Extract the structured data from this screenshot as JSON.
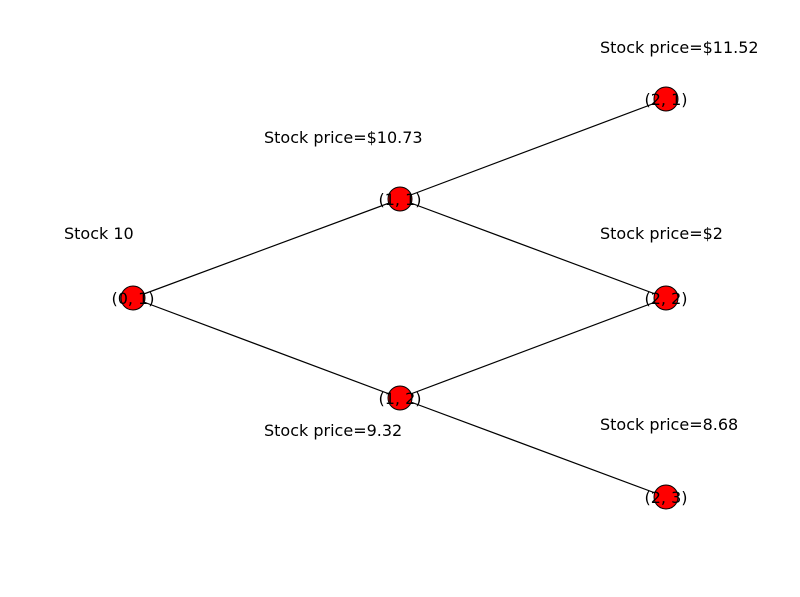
{
  "colors": {
    "node_fill": "#ff0000",
    "node_stroke": "#000000",
    "edge": "#000000",
    "background": "#ffffff"
  },
  "nodes": [
    {
      "id": "0_1",
      "label": "(0, 1)"
    },
    {
      "id": "1_1",
      "label": "(1, 1)"
    },
    {
      "id": "1_2",
      "label": "(1, 2)"
    },
    {
      "id": "2_1",
      "label": "(2, 1)"
    },
    {
      "id": "2_2",
      "label": "(2, 2)"
    },
    {
      "id": "2_3",
      "label": "(2, 3)"
    }
  ],
  "edges": [
    [
      "0_1",
      "1_1"
    ],
    [
      "0_1",
      "1_2"
    ],
    [
      "1_1",
      "2_1"
    ],
    [
      "1_1",
      "2_2"
    ],
    [
      "1_2",
      "2_2"
    ],
    [
      "1_2",
      "2_3"
    ]
  ],
  "price_labels": [
    {
      "node": "0_1",
      "text": "Stock 10"
    },
    {
      "node": "1_1",
      "text": "Stock price=$10.73"
    },
    {
      "node": "1_2",
      "text": "Stock price=9.32"
    },
    {
      "node": "2_1",
      "text": "Stock price=$11.52"
    },
    {
      "node": "2_2",
      "text": "Stock price=$2"
    },
    {
      "node": "2_3",
      "text": "Stock price=8.68"
    }
  ]
}
